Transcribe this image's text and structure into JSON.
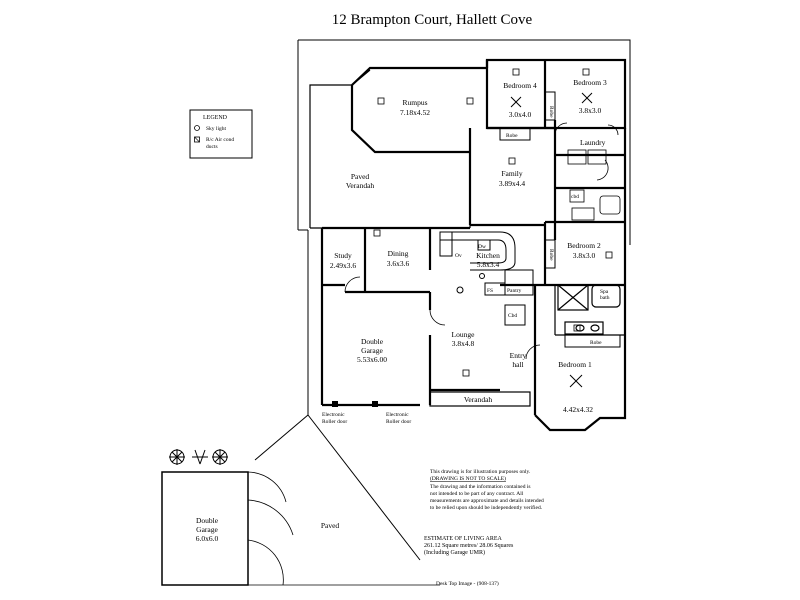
{
  "title": "12 Brampton Court,  Hallett Cove",
  "legend": {
    "heading": "LEGEND",
    "items": [
      {
        "symbol": "sky-light",
        "label": "Sky light"
      },
      {
        "symbol": "ac-duct",
        "label": "R/c Air cond"
      },
      {
        "symbol": "ac-duct-cont",
        "label": "ducts"
      }
    ]
  },
  "rooms": {
    "rumpus": {
      "name": "Rumpus",
      "size": "7.18x4.52"
    },
    "bedroom4": {
      "name": "Bedroom 4",
      "size": "3.0x4.0"
    },
    "bedroom3": {
      "name": "Bedroom 3",
      "size": "3.8x3.0"
    },
    "laundry": {
      "name": "Laundry"
    },
    "paved_verandah_1": "Paved",
    "paved_verandah_2": "Verandah",
    "family": {
      "name": "Family",
      "size": "3.89x4.4"
    },
    "bedroom2": {
      "name": "Bedroom 2",
      "size": "3.8x3.0"
    },
    "study": {
      "name": "Study",
      "size": "2.49x3.6"
    },
    "dining": {
      "name": "Dining",
      "size": "3.6x3.6"
    },
    "kitchen": {
      "name": "Kitchen",
      "size": "5.8x3.4"
    },
    "garage_inner_1": "Double",
    "garage_inner_2": "Garage",
    "garage_inner_size": "5.53x6.00",
    "lounge": {
      "name": "Lounge",
      "size": "3.8x4.8"
    },
    "entry_1": "Entry",
    "entry_2": "hall",
    "bedroom1": {
      "name": "Bedroom 1",
      "size": "4.42x4.32"
    },
    "verandah": "Verandah",
    "garage_outer_1": "Double",
    "garage_outer_2": "Garage",
    "garage_outer_size": "6.0x6.0",
    "paved": "Paved"
  },
  "fixtures": {
    "robe_b4": "Robe",
    "robe_b3": "Robe",
    "robe_b2": "Robe",
    "robe_b1": "Robe",
    "cbd_1": "cbd",
    "cbd_2": "Cbd",
    "pantry": "Pantry",
    "fs": "FS",
    "ov": "Ov",
    "dw": "Dw",
    "spa_1": "Spa",
    "spa_2": "bath",
    "door_1_a": "Electronic",
    "door_1_b": "Roller door",
    "door_2_a": "Electronic",
    "door_2_b": "Roller door"
  },
  "disclaimer": {
    "line1": "This drawing is for illustration purposes only.",
    "line2": "(DRAWING IS NOT TO SCALE)",
    "line3": "The drawing and the information contained is",
    "line4": "not intended to be part of any contract.  All",
    "line5": "measurements are approximate and details intended",
    "line6": "to be relied upon should be independently verified."
  },
  "estimate": {
    "heading": "ESTIMATE OF LIVING AREA",
    "line1": "261.12 Square metres/  28.06 Squares",
    "line2": "(Including Garage UMR)"
  },
  "credit": "Desk Top Image - (908-137)"
}
